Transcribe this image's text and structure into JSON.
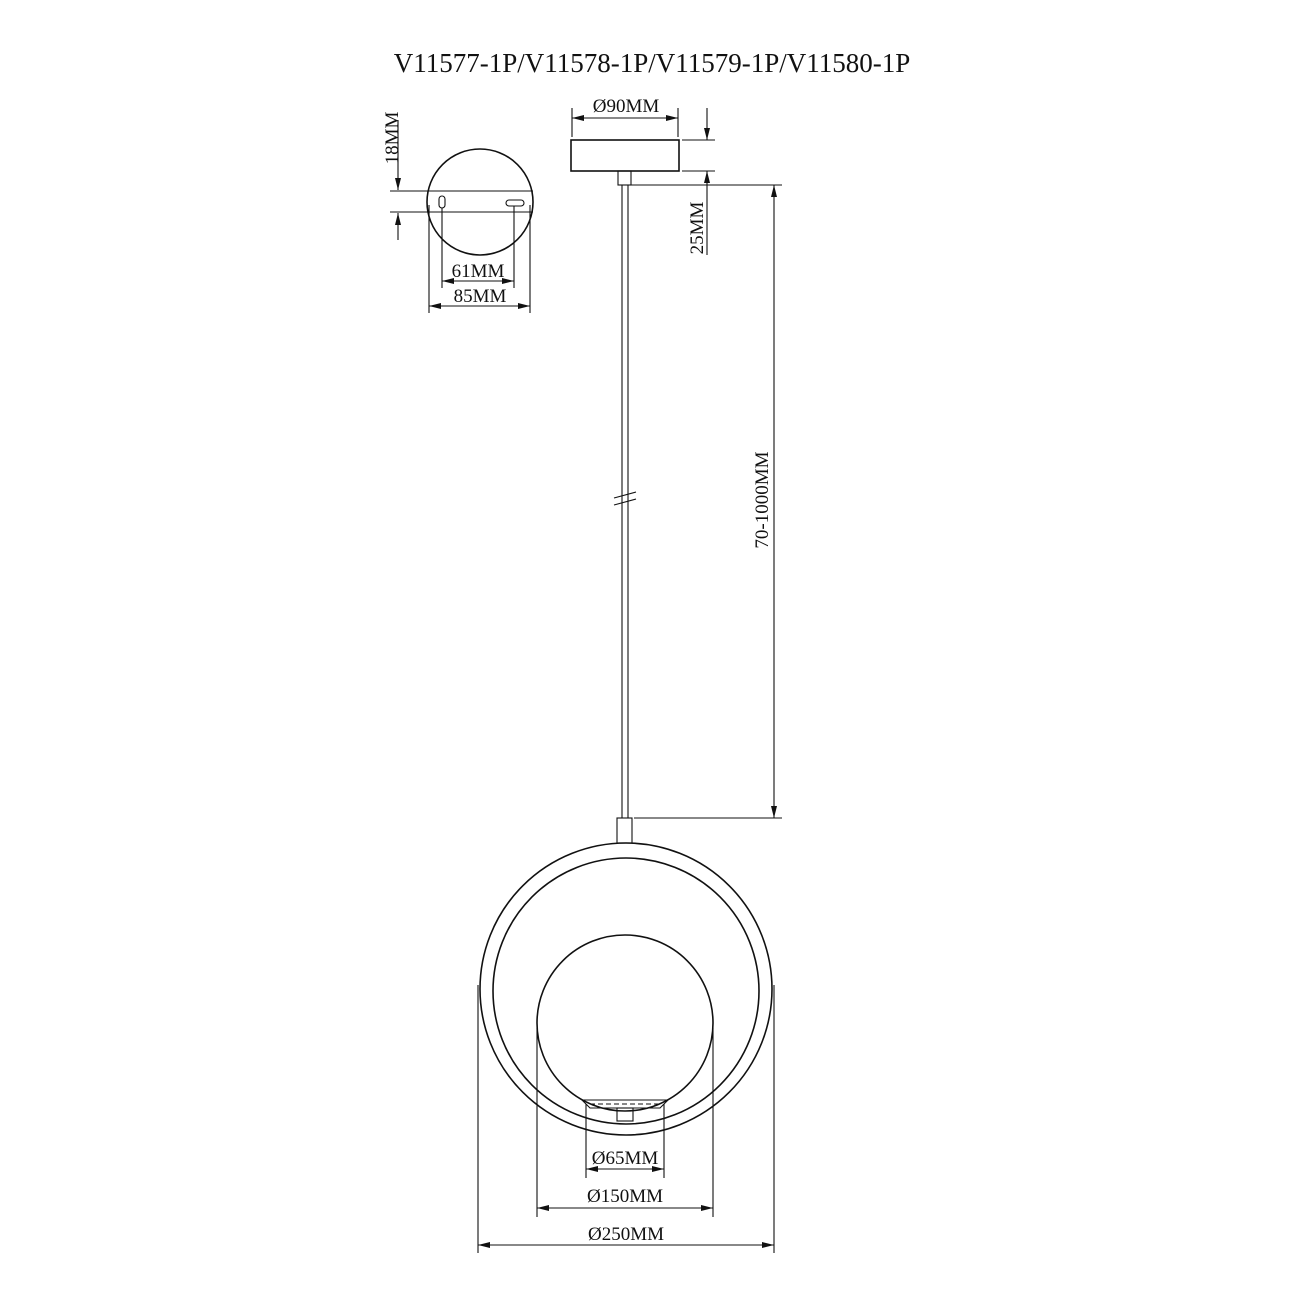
{
  "title": "V11577-1P/V11578-1P/V11579-1P/V11580-1P",
  "canopy_plan": {
    "height_label": "18MM",
    "hole_spacing_label": "61MM",
    "width_label": "85MM"
  },
  "canopy_side": {
    "diameter_label": "Ø90MM",
    "height_label": "25MM"
  },
  "suspension": {
    "length_label": "70-1000MM"
  },
  "fixture": {
    "base_diameter_label": "Ø65MM",
    "globe_diameter_label": "Ø150MM",
    "ring_diameter_label": "Ø250MM"
  }
}
